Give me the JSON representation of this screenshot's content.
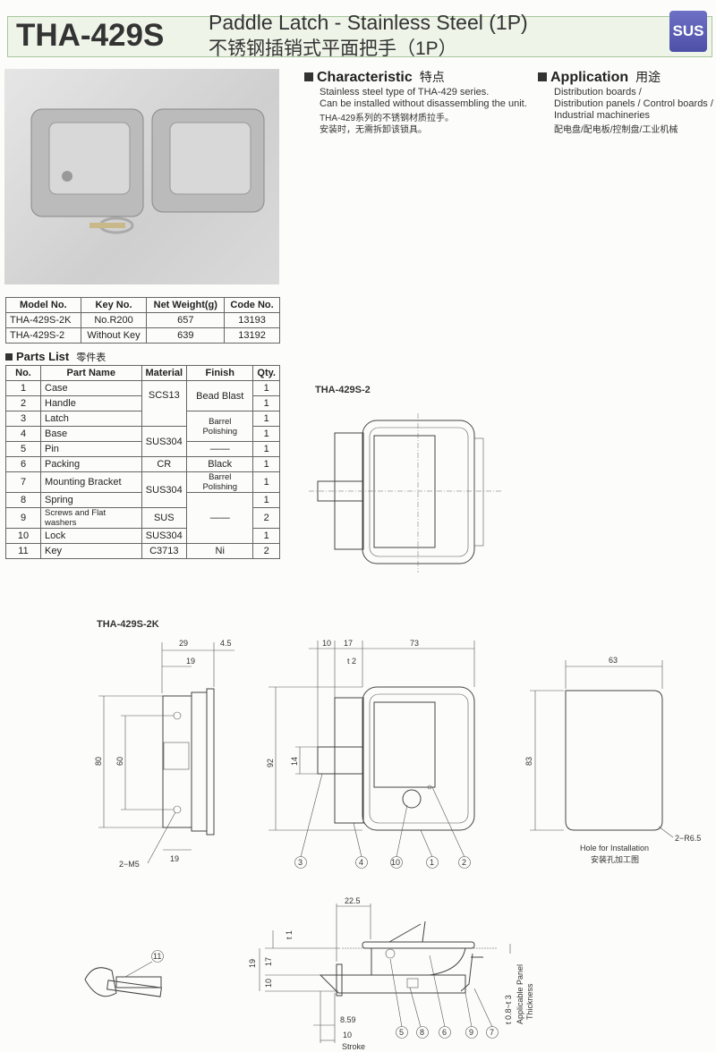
{
  "header": {
    "code": "THA-429S",
    "title_en": "Paddle Latch - Stainless Steel (1P)",
    "title_cn": "不锈钢插销式平面把手（1P）",
    "badge": "SUS"
  },
  "characteristic": {
    "heading": "Characteristic",
    "heading_cn": "特点",
    "lines": [
      "Stainless steel type of THA-429 series.",
      "Can be installed without disassembling the unit.",
      "THA-429系列的不锈钢材质拉手。",
      "安装时，无需拆卸该锁具。"
    ]
  },
  "application": {
    "heading": "Application",
    "heading_cn": "用途",
    "lines": [
      "Distribution boards /",
      "Distribution panels / Control boards /",
      "Industrial machineries",
      "配电盘/配电板/控制盘/工业机械"
    ]
  },
  "models": {
    "headers": [
      "Model No.",
      "Key No.",
      "Net Weight(g)",
      "Code No."
    ],
    "rows": [
      [
        "THA-429S-2K",
        "No.R200",
        "657",
        "13193"
      ],
      [
        "THA-429S-2",
        "Without Key",
        "639",
        "13192"
      ]
    ]
  },
  "parts": {
    "heading": "Parts List",
    "heading_cn": "零件表",
    "headers": [
      "No.",
      "Part Name",
      "Material",
      "Finish",
      "Qty."
    ],
    "rows": [
      [
        "1",
        "Case",
        "1"
      ],
      [
        "2",
        "Handle",
        "1"
      ],
      [
        "3",
        "Latch",
        "1"
      ],
      [
        "4",
        "Base",
        "1"
      ],
      [
        "5",
        "Pin",
        "1"
      ],
      [
        "6",
        "Packing",
        "1"
      ],
      [
        "7",
        "Mounting Bracket",
        "1"
      ],
      [
        "8",
        "Spring",
        "1"
      ],
      [
        "9",
        "Screws and Flat washers",
        "2"
      ],
      [
        "10",
        "Lock",
        "1"
      ],
      [
        "11",
        "Key",
        "2"
      ]
    ],
    "materials": [
      "SCS13",
      "SUS304",
      "CR",
      "SUS304",
      "SUS",
      "SUS304",
      "C3713"
    ],
    "finishes": [
      "Bead Blast",
      "Barrel Polishing",
      "——",
      "Black",
      "Barrel Polishing",
      "——",
      "Ni"
    ]
  },
  "drawings": {
    "label_2": "THA-429S-2",
    "label_2k": "THA-429S-2K",
    "side": {
      "d29": "29",
      "d4_5": "4.5",
      "d19": "19",
      "d80": "80",
      "d60": "60",
      "m5": "2−M5",
      "d19b": "19"
    },
    "front": {
      "d10": "10",
      "d17": "17",
      "d73": "73",
      "t2": "t 2",
      "d92": "92",
      "d14": "14",
      "callouts": [
        "3",
        "4",
        "10",
        "1",
        "2"
      ]
    },
    "hole": {
      "d63": "63",
      "d83": "83",
      "r": "2−R6.5",
      "caption_en": "Hole for Installation",
      "caption_cn": "安装孔加工图"
    },
    "section": {
      "d22_5": "22.5",
      "t1": "t 1",
      "d19": "19",
      "d17": "17",
      "d10": "10",
      "d8_59": "8.59",
      "d10b": "10",
      "stroke": "Stroke",
      "thick": "t 0.8~t 3",
      "panel1": "Applicable Panel",
      "panel2": "Thickness",
      "callouts": [
        "5",
        "8",
        "6",
        "9",
        "7"
      ]
    },
    "key_callout": "11"
  }
}
